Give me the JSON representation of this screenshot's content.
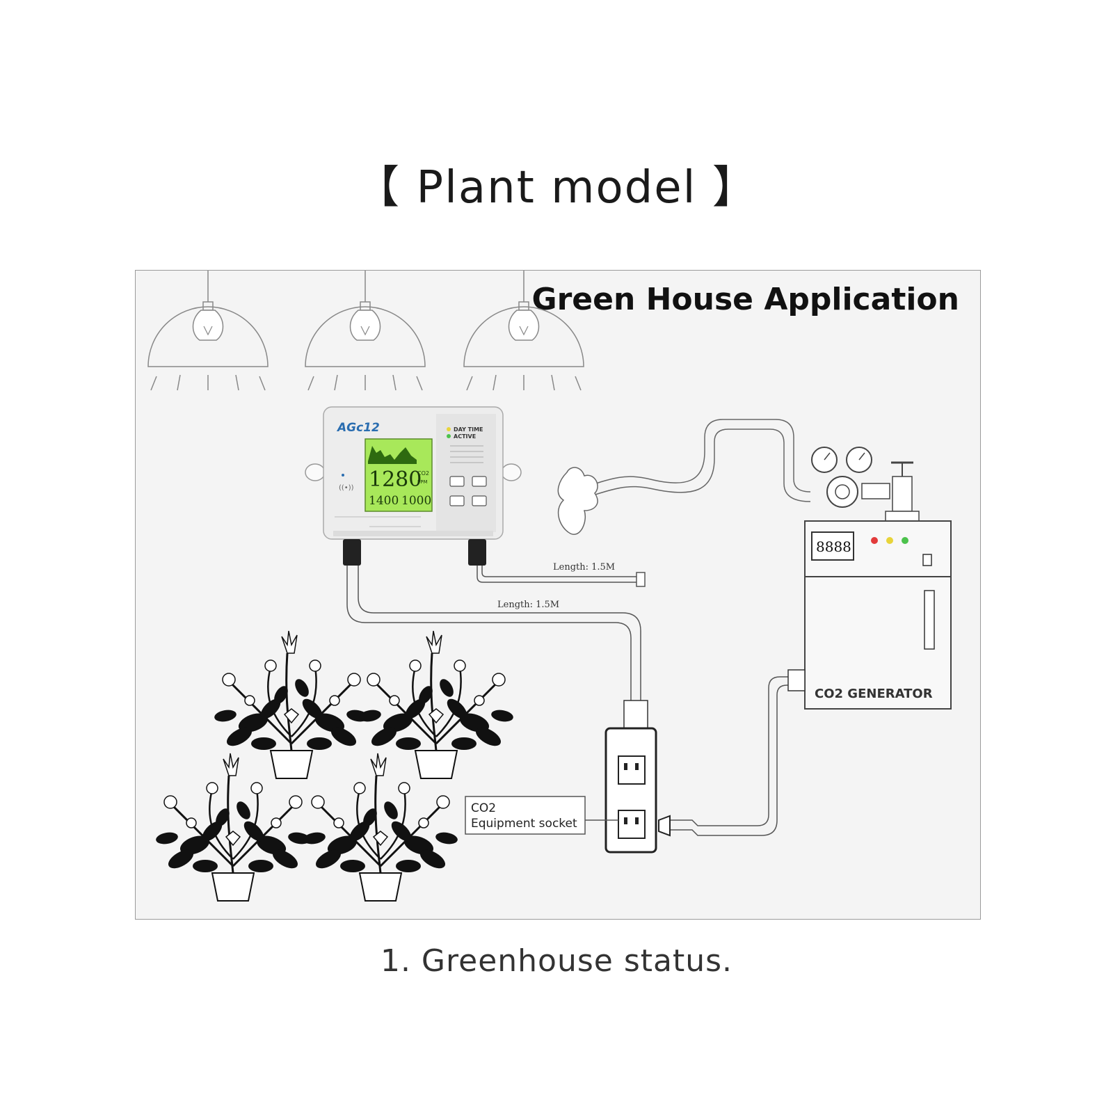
{
  "title": "【 Plant model 】",
  "caption": "1. Greenhouse status.",
  "diagram": {
    "heading": "Green House Application",
    "controller": {
      "model": "AGc12",
      "status_labels": [
        "DAY TIME",
        "ACTIVE"
      ],
      "main_reading": "1280",
      "sub_readings": [
        "1400",
        "1000"
      ],
      "unit_co2": "CO2",
      "unit_ppm": "PPM"
    },
    "cables": [
      {
        "label": "Length: 1.5M"
      },
      {
        "label": "Length: 1.5M"
      }
    ],
    "socket_label_line1": "CO2",
    "socket_label_line2": "Equipment socket",
    "generator": {
      "label": "CO2 GENERATOR",
      "display": "8888",
      "indicator_colors": [
        "#e23b3b",
        "#e8d43a",
        "#4cc24c"
      ]
    },
    "colors": {
      "screen": "#a8e85a",
      "screen_dark": "#2e6a10",
      "model_blue": "#2a6db0",
      "line": "#555555"
    }
  }
}
